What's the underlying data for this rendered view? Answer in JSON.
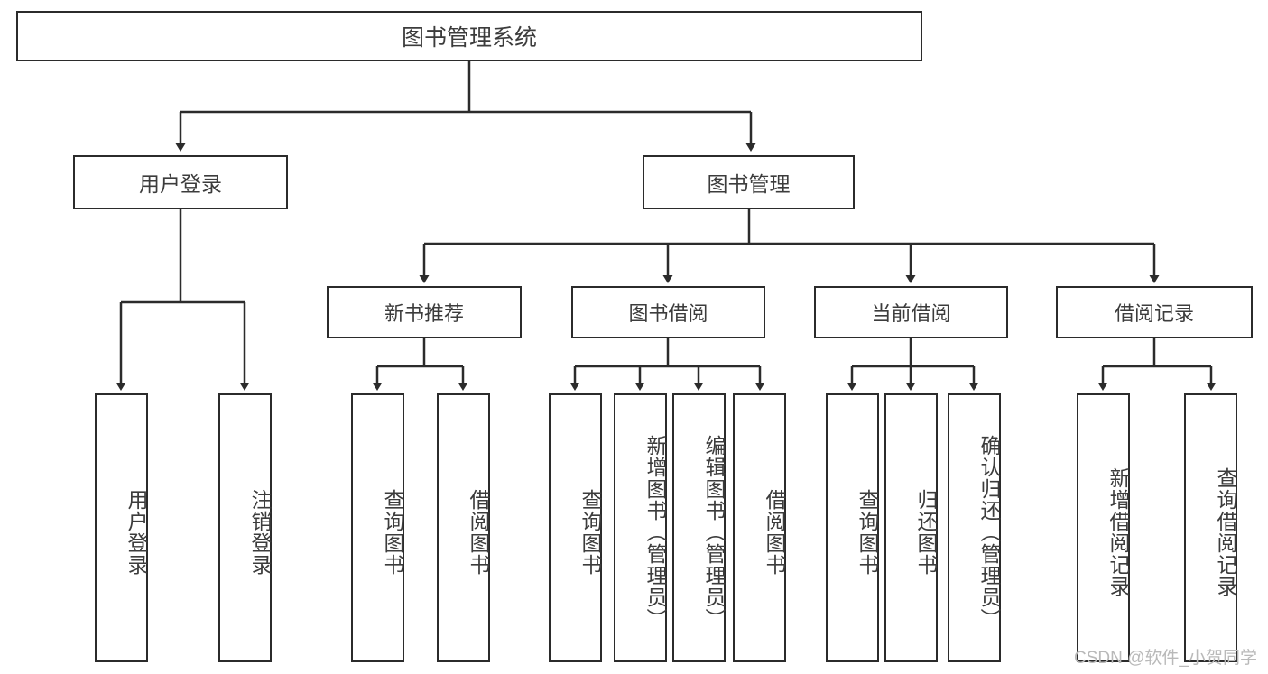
{
  "diagram": {
    "title": "图书管理系统",
    "type": "tree-hierarchy-diagram",
    "root": {
      "label": "图书管理系统"
    },
    "level2": [
      {
        "label": "用户登录"
      },
      {
        "label": "图书管理"
      }
    ],
    "level3": [
      {
        "label": "新书推荐"
      },
      {
        "label": "图书借阅"
      },
      {
        "label": "当前借阅"
      },
      {
        "label": "借阅记录"
      }
    ],
    "leaves": {
      "user_login": [
        {
          "label": "用户登录"
        },
        {
          "label": "注销登录"
        }
      ],
      "new_book_recommend": [
        {
          "label": "查询图书"
        },
        {
          "label": "借阅图书"
        }
      ],
      "book_borrow": [
        {
          "label": "查询图书"
        },
        {
          "label": "新增图书（管理员）"
        },
        {
          "label": "编辑图书（管理员）"
        },
        {
          "label": "借阅图书"
        }
      ],
      "current_borrow": [
        {
          "label": "查询图书"
        },
        {
          "label": "归还图书"
        },
        {
          "label": "确认归还（管理员）"
        }
      ],
      "borrow_record": [
        {
          "label": "新增借阅记录"
        },
        {
          "label": "查询借阅记录"
        }
      ]
    }
  },
  "watermark": {
    "text": "CSDN @软件_小贺同学"
  },
  "colors": {
    "stroke": "#2b2b2b",
    "text": "#3c3c3c",
    "background": "#ffffff",
    "watermark": "#b9b9b9"
  }
}
